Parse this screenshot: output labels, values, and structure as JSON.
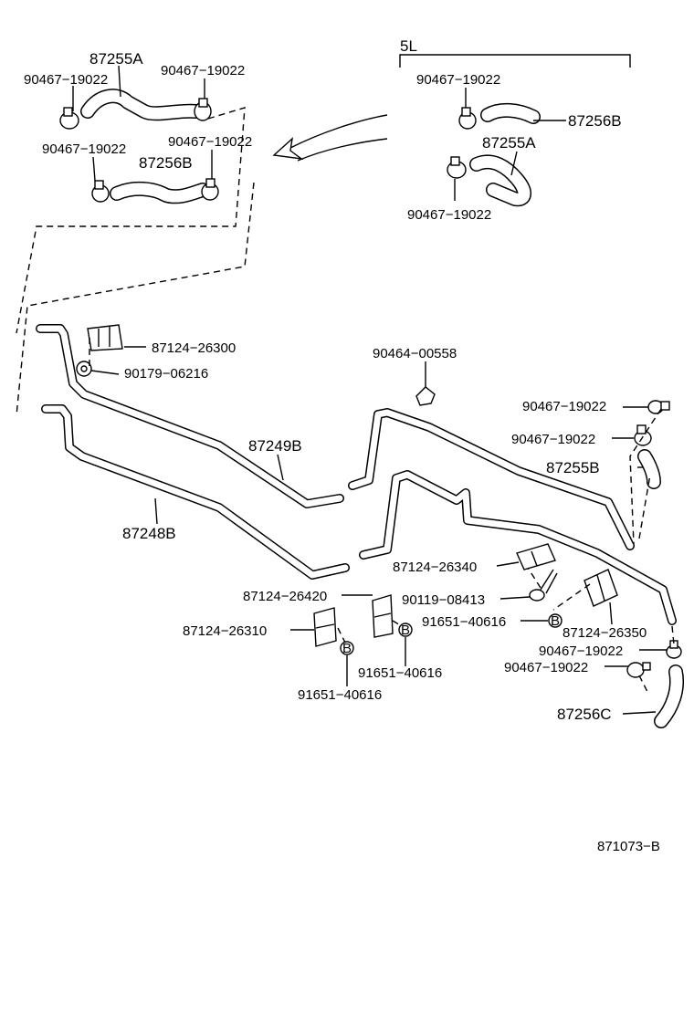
{
  "labels": {
    "variant_5l": "5L",
    "pn_87255a_top": "87255A",
    "pn_90467_a": "90467−19022",
    "pn_90467_b": "90467−19022",
    "pn_90467_c": "90467−19022",
    "pn_90467_d": "90467−19022",
    "pn_87256b_left": "87256B",
    "pn_90467_5l_top": "90467−19022",
    "pn_87256b_5l": "87256B",
    "pn_87255a_5l": "87255A",
    "pn_90467_5l_bottom": "90467−19022",
    "pn_87124_26300": "87124−26300",
    "pn_90179_06216": "90179−06216",
    "pn_90464_00558": "90464−00558",
    "pn_87249b": "87249B",
    "pn_87248b": "87248B",
    "pn_90467_right_1": "90467−19022",
    "pn_90467_right_2": "90467−19022",
    "pn_87255b": "87255B",
    "pn_87124_26340": "87124−26340",
    "pn_87124_26420": "87124−26420",
    "pn_90119_08413": "90119−08413",
    "pn_87124_26310": "87124−26310",
    "pn_91651_40616_a": "91651−40616",
    "pn_91651_40616_b": "91651−40616",
    "pn_91651_40616_c": "91651−40616",
    "pn_87124_26350": "87124−26350",
    "pn_90467_right_3": "90467−19022",
    "pn_90467_right_4": "90467−19022",
    "pn_87256c": "87256C",
    "diagram_code": "871073−B",
    "bolt_marker": "B"
  }
}
